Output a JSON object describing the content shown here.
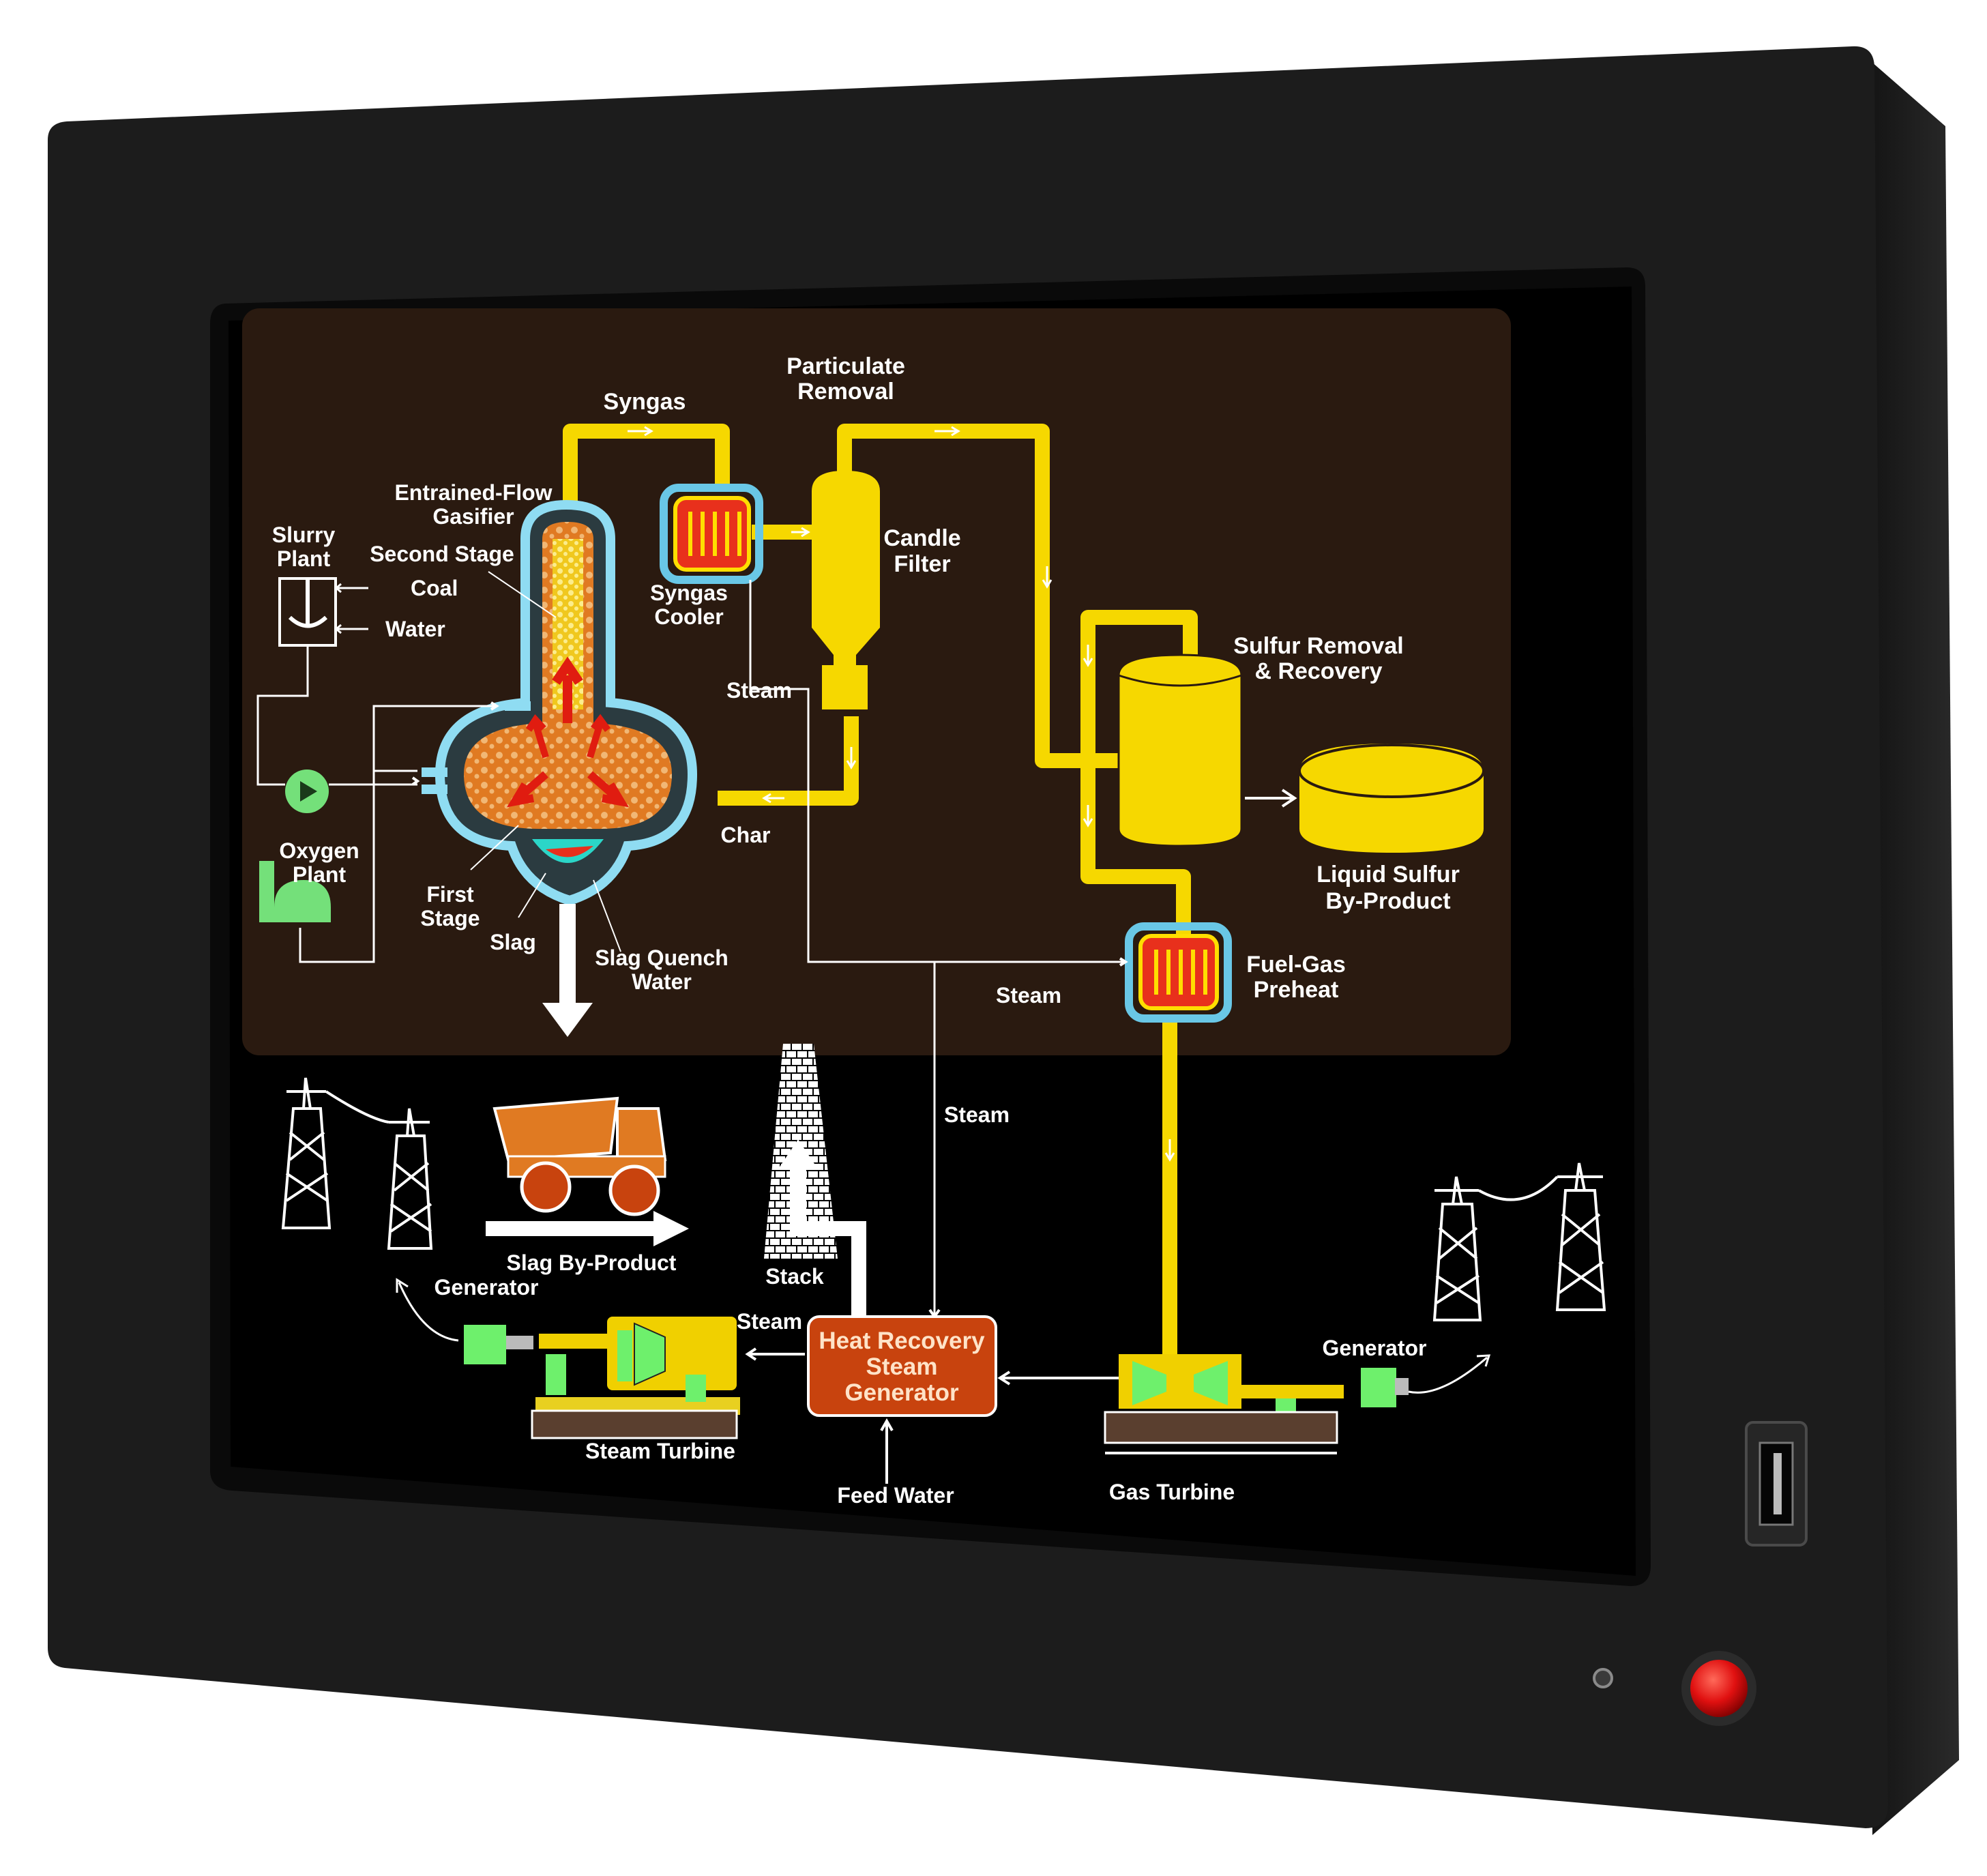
{
  "device": {
    "type": "industrial panel PC",
    "bezel_color": "#1b1b1b",
    "power_button_color": "#e01010",
    "has_usb_port": true,
    "has_status_led": true
  },
  "colors": {
    "process_panel": "#2a1a10",
    "screen_bg": "#000000",
    "syngas_pipe": "#f6d800",
    "cooler_outline": "#69c7e6",
    "heat_exchanger": "#e8301c",
    "gasifier_fill": "#e07a22",
    "plant_equipment": "#74e07a",
    "hrsg_box": "#c8430e",
    "turbine_green": "#6ef06c"
  },
  "process": {
    "particulate_removal": [
      "Particulate",
      "Removal"
    ],
    "syngas": "Syngas",
    "entrained_flow_gasifier": [
      "Entrained-Flow",
      "Gasifier"
    ],
    "slurry_plant": [
      "Slurry",
      "Plant"
    ],
    "second_stage": "Second Stage",
    "coal": "Coal",
    "water": "Water",
    "syngas_cooler": [
      "Syngas",
      "Cooler"
    ],
    "candle_filter": [
      "Candle",
      "Filter"
    ],
    "steam_top": "Steam",
    "oxygen_plant": [
      "Oxygen",
      "Plant"
    ],
    "char": "Char",
    "first_stage": [
      "First",
      "Stage"
    ],
    "slag": "Slag",
    "slag_quench_water": [
      "Slag Quench",
      "Water"
    ],
    "sulfur_removal": [
      "Sulfur Removal",
      "& Recovery"
    ],
    "liquid_sulfur": [
      "Liquid Sulfur",
      "By-Product"
    ],
    "fuel_gas_preheat": [
      "Fuel-Gas",
      "Preheat"
    ],
    "steam_preheat": "Steam"
  },
  "power": {
    "steam_down": "Steam",
    "slag_byproduct": "Slag By-Product",
    "stack": "Stack",
    "generator_left": "Generator",
    "steam_to_turbine": "Steam",
    "hrsg": [
      "Heat Recovery",
      "Steam",
      "Generator"
    ],
    "steam_turbine": "Steam Turbine",
    "feed_water": "Feed Water",
    "gas_turbine": "Gas Turbine",
    "generator_right": "Generator"
  }
}
